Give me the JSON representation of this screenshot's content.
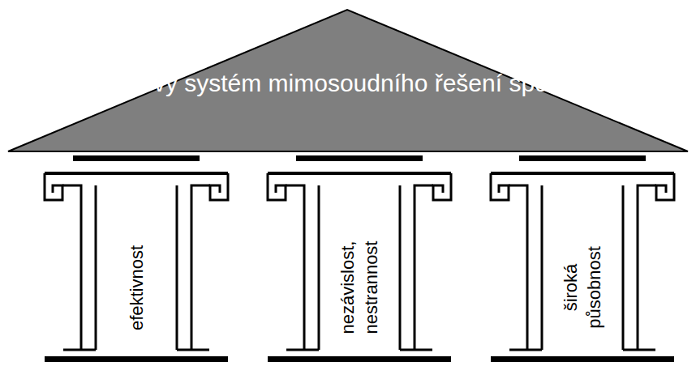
{
  "diagram": {
    "nodes": [
      {
        "text": [
          "nový systém mimosoudního řešení sporů"
        ]
      },
      {
        "text": [
          "efektivnost"
        ]
      },
      {
        "text": [
          "nezávislost, nestrannost"
        ]
      },
      {
        "text": [
          "široká působnost"
        ]
      }
    ]
  }
}
